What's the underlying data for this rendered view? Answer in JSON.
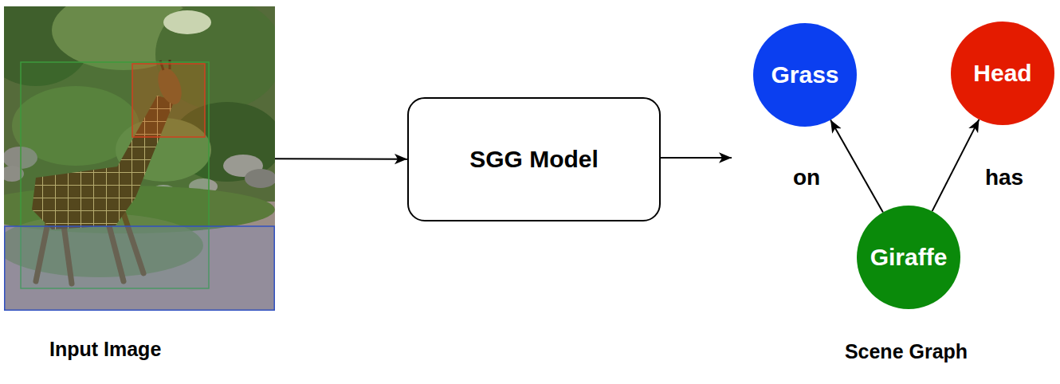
{
  "diagram": {
    "nodes": [
      {
        "text": [
          "Input Image"
        ]
      },
      {
        "text": [
          "SGG Model"
        ]
      },
      {
        "text": [
          "Grass"
        ]
      },
      {
        "text": [
          "Head"
        ]
      },
      {
        "text": [
          "Giraffe"
        ]
      }
    ],
    "edges": [
      {
        "from": 0,
        "to": 1,
        "arrow": "to"
      },
      {
        "from": 4,
        "to": 2,
        "label": "on",
        "arrow": "to"
      },
      {
        "from": 4,
        "to": 3,
        "label": "has",
        "arrow": "to"
      }
    ],
    "labels": [
      "Scene Graph"
    ]
  }
}
